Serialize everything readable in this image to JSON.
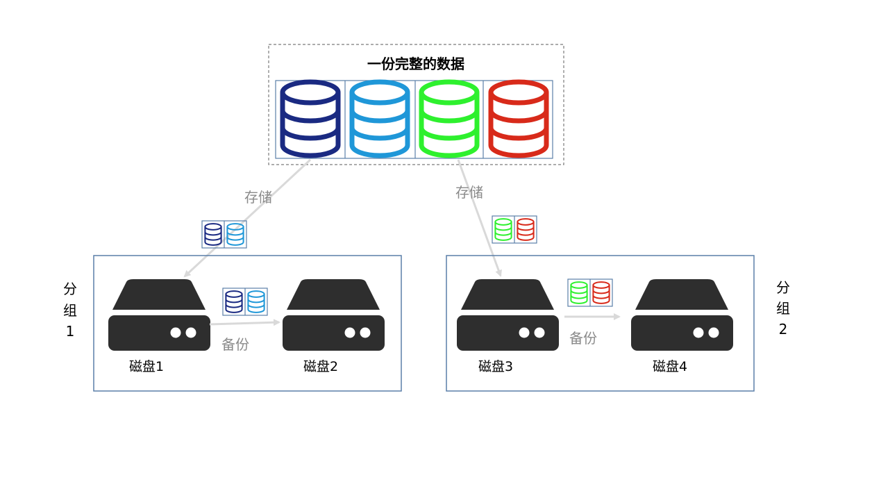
{
  "title": "一份完整的数据",
  "colors": {
    "db_dark_blue": "#1a2a82",
    "db_light_blue": "#1f97d8",
    "db_green": "#2ef02e",
    "db_red": "#d82a1a",
    "box_border": "#5a7fa8",
    "arrow": "#d9d9d9",
    "server": "#2e2e2e",
    "arrow_label": "#8a8a8a"
  },
  "labels": {
    "store_left": "存储",
    "store_right": "存储",
    "backup_left": "备份",
    "backup_right": "备份"
  },
  "groups": [
    {
      "label": [
        "分",
        "组",
        "1"
      ],
      "disks": [
        "磁盘1",
        "磁盘2"
      ]
    },
    {
      "label": [
        "分",
        "组",
        "2"
      ],
      "disks": [
        "磁盘3",
        "磁盘4"
      ]
    }
  ]
}
